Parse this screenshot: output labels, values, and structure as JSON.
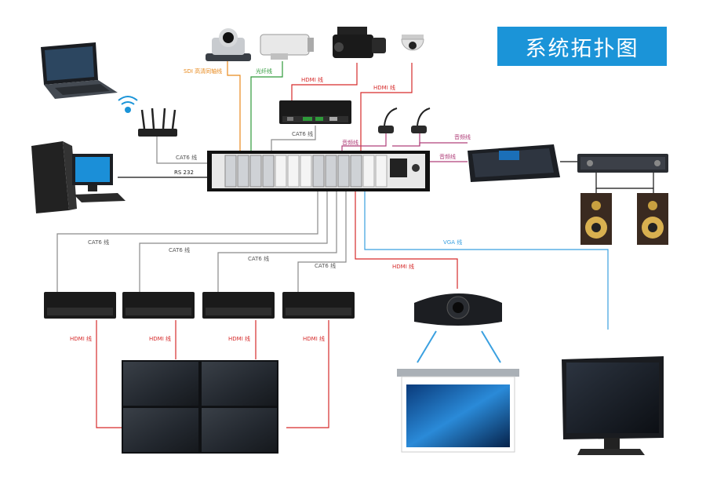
{
  "title": "系统拓扑图",
  "labels": {
    "sdi": "SDI 高清同轴线",
    "fiber": "光纤线",
    "hdmi_top1": "HDMI 线",
    "hdmi_top2": "HDMI 线",
    "cat6_router": "CAT6 线",
    "rs232": "RS 232",
    "cat6_encoder": "CAT6 线",
    "audio_mic": "音频线",
    "audio_mixer1": "音频线",
    "audio_mixer2": "音频线",
    "cat6_rx1": "CAT6 线",
    "cat6_rx2": "CAT6 线",
    "cat6_rx3": "CAT6 线",
    "cat6_rx4": "CAT6 线",
    "hdmi_projector": "HDMI 线",
    "vga": "VGA 线",
    "hdmi_wall1": "HDMI 线",
    "hdmi_wall2": "HDMI 线",
    "hdmi_wall3": "HDMI 线",
    "hdmi_wall4": "HDMI 线"
  },
  "colors": {
    "title_bg": "#1b94d8",
    "cat6": "#8a8a8a",
    "hdmi": "#d62b2b",
    "sdi": "#e88a1e",
    "fiber": "#2e9a3a",
    "audio": "#b0407a",
    "vga": "#3aa0e0",
    "black_line": "#111111"
  },
  "icons": [
    "laptop-icon",
    "wifi-icon",
    "router-icon",
    "desktop-pc-icon",
    "ptz-camera-icon",
    "bullet-camera-icon",
    "camcorder-icon",
    "dome-camera-icon",
    "encoder-box-icon",
    "microphone-icon",
    "matrix-switcher-icon",
    "audio-mixer-icon",
    "amplifier-icon",
    "speaker-icon",
    "receiver-box-icon",
    "video-wall-icon",
    "projector-icon",
    "projection-screen-icon",
    "monitor-icon"
  ]
}
